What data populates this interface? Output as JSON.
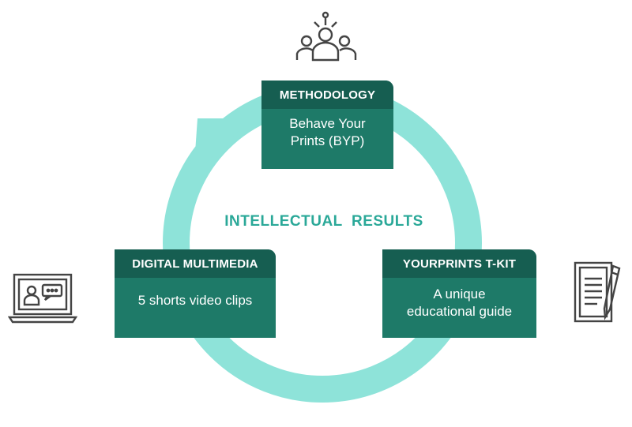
{
  "center_title": "INTELLECTUAL  RESULTS",
  "nodes": {
    "methodology": {
      "title": "METHODOLOGY",
      "body": "Behave Your Prints (BYP)"
    },
    "digital_multimedia": {
      "title": "DIGITAL MULTIMEDIA",
      "body": "5 shorts video clips"
    },
    "yourprints_tkit": {
      "title": "YOURPRINTS T-KIT",
      "body": "A unique educational guide"
    }
  },
  "icons": {
    "top": "team-network-icon",
    "left": "video-call-laptop-icon",
    "right": "document-pen-icon"
  },
  "colors": {
    "box": "#1e7a68",
    "box_header": "#165e51",
    "ring": "#8ee3d9",
    "title": "#2aa898",
    "icon": "#444444"
  }
}
